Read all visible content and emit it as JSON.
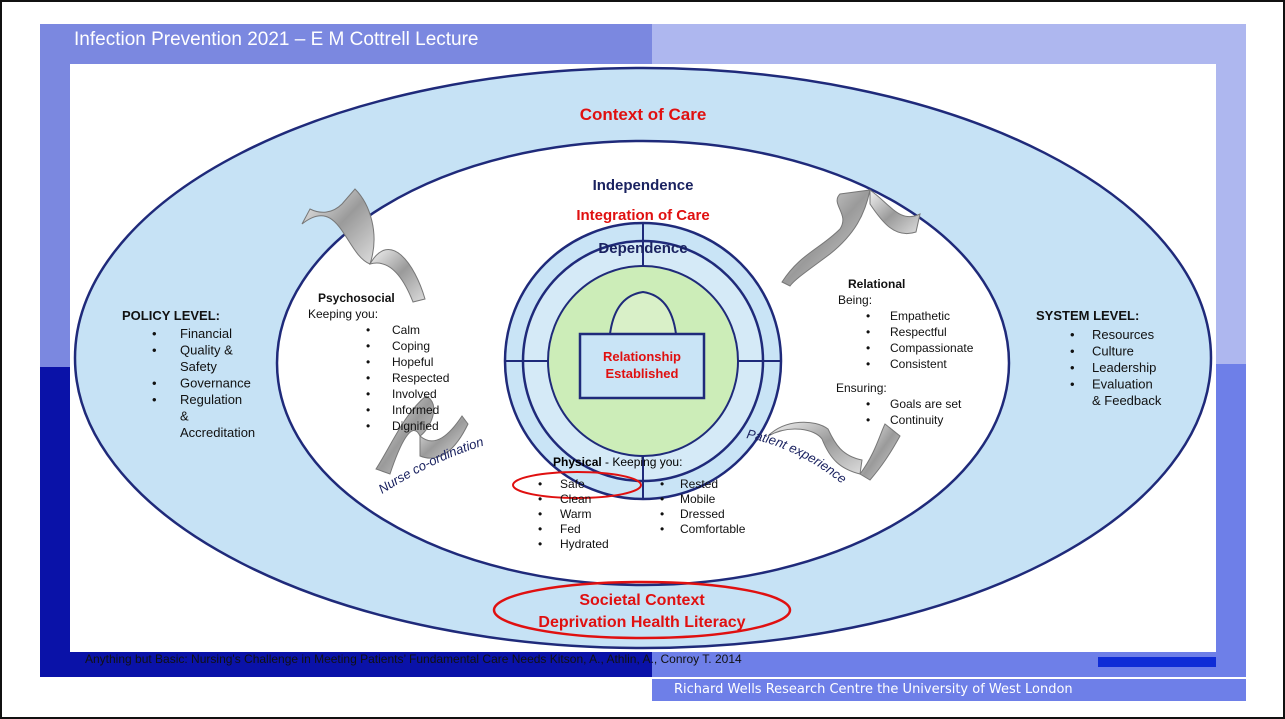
{
  "header": {
    "title": "Infection Prevention 2021 – E M Cottrell Lecture"
  },
  "footer": {
    "citation": "Anything but Basic: Nursing's Challenge in Meeting Patients’ Fundamental Care Needs Kitson, A., Athlin, A., Conroy T. 2014",
    "credit": "Richard Wells Research Centre the University of West London"
  },
  "diagram": {
    "context_of_care": "Context of Care",
    "integration": {
      "independence": "Independence",
      "integration_of_care": "Integration of Care",
      "dependence": "Dependence"
    },
    "center": {
      "line1": "Relationship",
      "line2": "Established"
    },
    "policy_level": {
      "title": "POLICY LEVEL:",
      "items": [
        "Financial",
        "Quality &",
        "Safety",
        "Governance",
        "Regulation",
        "&",
        "Accreditation"
      ]
    },
    "system_level": {
      "title": "SYSTEM LEVEL:",
      "items": [
        "Resources",
        "Culture",
        "Leadership",
        "Evaluation",
        "& Feedback"
      ]
    },
    "psychosocial": {
      "title": "Psychosocial",
      "subtitle": "Keeping you:",
      "items": [
        "Calm",
        "Coping",
        "Hopeful",
        "Respected",
        "Involved",
        "Informed",
        "Dignified"
      ]
    },
    "relational": {
      "title": "Relational",
      "subtitle": "Being:",
      "items": [
        "Empathetic",
        "Respectful",
        "Compassionate",
        "Consistent"
      ],
      "ensuring_title": "Ensuring:",
      "ensuring_items": [
        "Goals are set",
        "Continuity"
      ]
    },
    "physical": {
      "title": "Physical",
      "subtitle": " - Keeping you:",
      "col1": [
        "Safe",
        "Clean",
        "Warm",
        "Fed",
        "Hydrated"
      ],
      "col2": [
        "Rested",
        "Mobile",
        "Dressed",
        "Comfortable"
      ]
    },
    "arc_labels": {
      "nurse": "Nurse co-ordination",
      "patient": "Patient experience"
    },
    "societal": {
      "line1": "Societal Context",
      "line2": "Deprivation Health Literacy"
    },
    "colors": {
      "outer_ring": "#c6e2f5",
      "inner_circle": "#ffffff",
      "accent_red": "#e01010",
      "navy_text": "#1a2260",
      "center_fill": "#c9e4f6"
    }
  }
}
